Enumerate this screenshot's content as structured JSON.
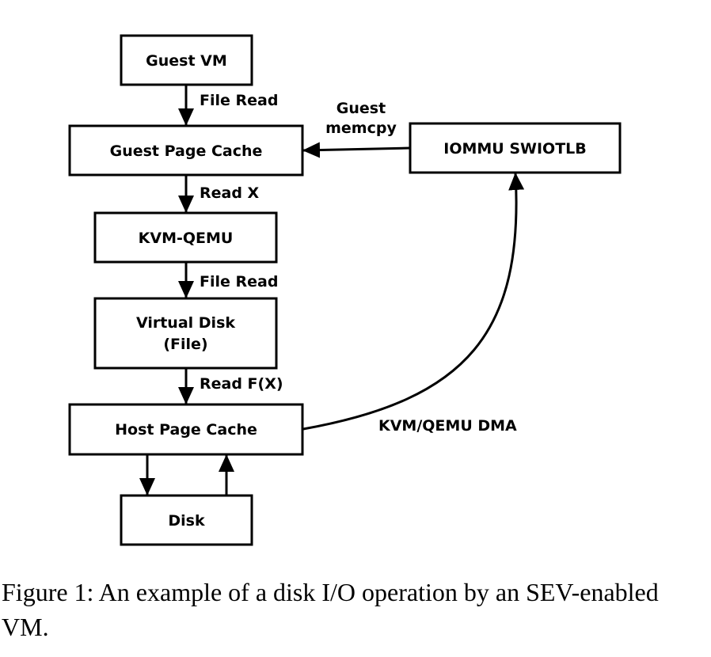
{
  "diagram": {
    "nodes": {
      "guest_vm": "Guest VM",
      "guest_page_cache": "Guest Page Cache",
      "iommu_swiotlb": "IOMMU SWIOTLB",
      "kvm_qemu": "KVM-QEMU",
      "virtual_disk_line1": "Virtual Disk",
      "virtual_disk_line2": "(File)",
      "host_page_cache": "Host Page Cache",
      "disk": "Disk"
    },
    "edges": {
      "file_read_1": "File Read",
      "guest_memcpy_line1": "Guest",
      "guest_memcpy_line2": "memcpy",
      "read_x": "Read X",
      "file_read_2": "File Read",
      "read_fx": "Read F(X)",
      "kvm_qemu_dma": "KVM/QEMU DMA"
    }
  },
  "caption": {
    "text": "Figure 1: An example of a disk I/O operation by an SEV-enabled VM."
  }
}
